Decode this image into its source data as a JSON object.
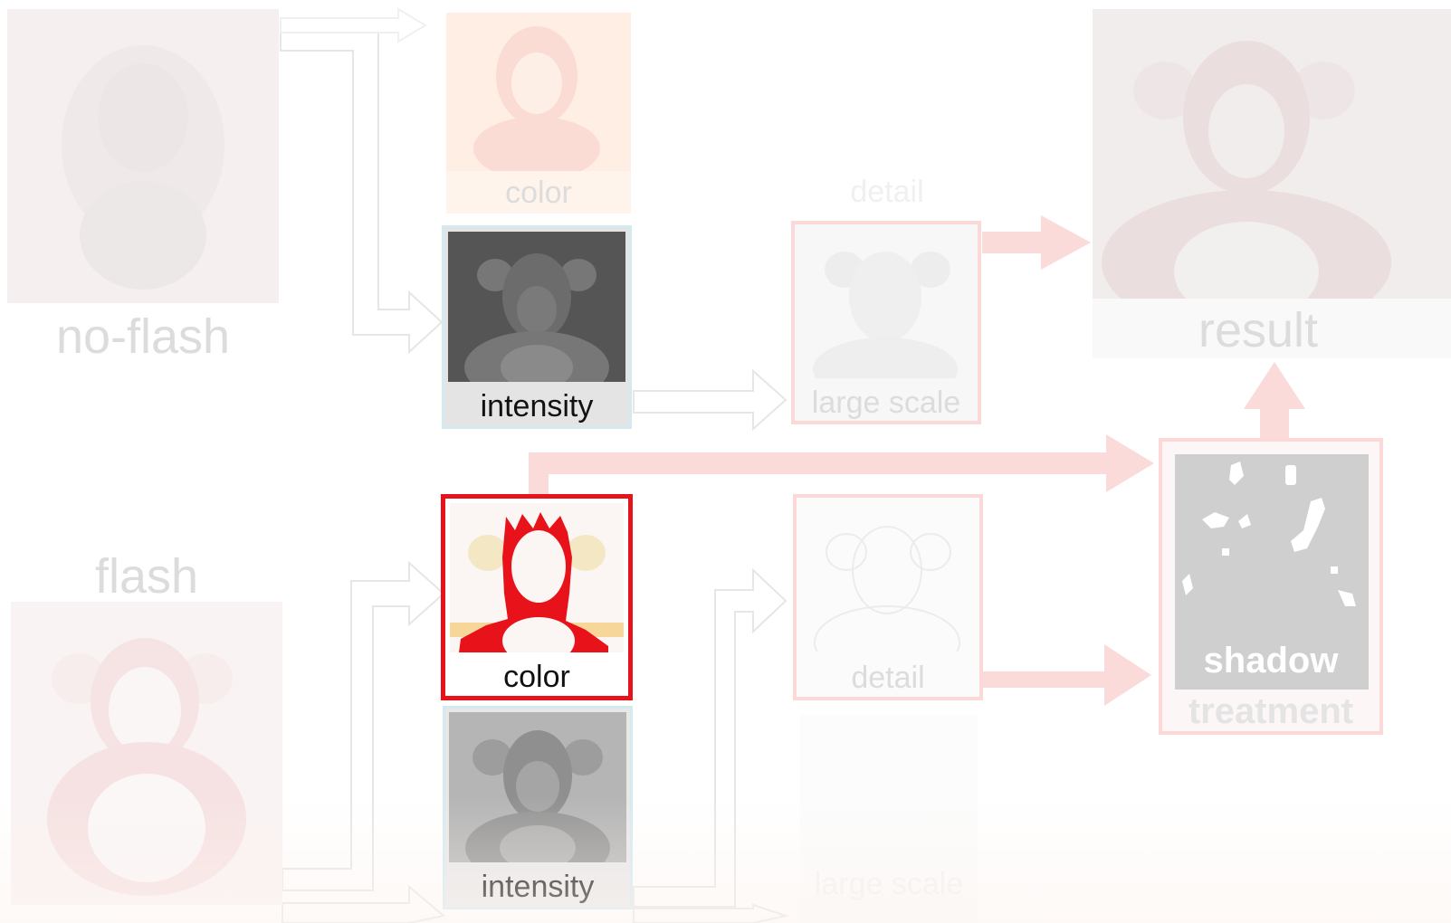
{
  "labels": {
    "no_flash": "no-flash",
    "flash": "flash",
    "color_top": "color",
    "intensity_top": "intensity",
    "detail_top": "detail",
    "large_scale_top": "large scale",
    "result": "result",
    "color_bottom": "color",
    "intensity_bottom": "intensity",
    "detail_bottom": "detail",
    "large_scale_bottom": "large scale",
    "shadow": "shadow",
    "treatment": "treatment"
  },
  "colors": {
    "highlight": "#e8121b",
    "faded_pink": "#f6cfcf",
    "faded_blue": "#d4eaf1",
    "arrow_gray": "#ececec",
    "mask_gray": "#cfcfcf"
  },
  "icons": {
    "pipeline_arrows": "hollow-outline-arrows",
    "highlight_arrows": "filled-pink-arrows"
  }
}
